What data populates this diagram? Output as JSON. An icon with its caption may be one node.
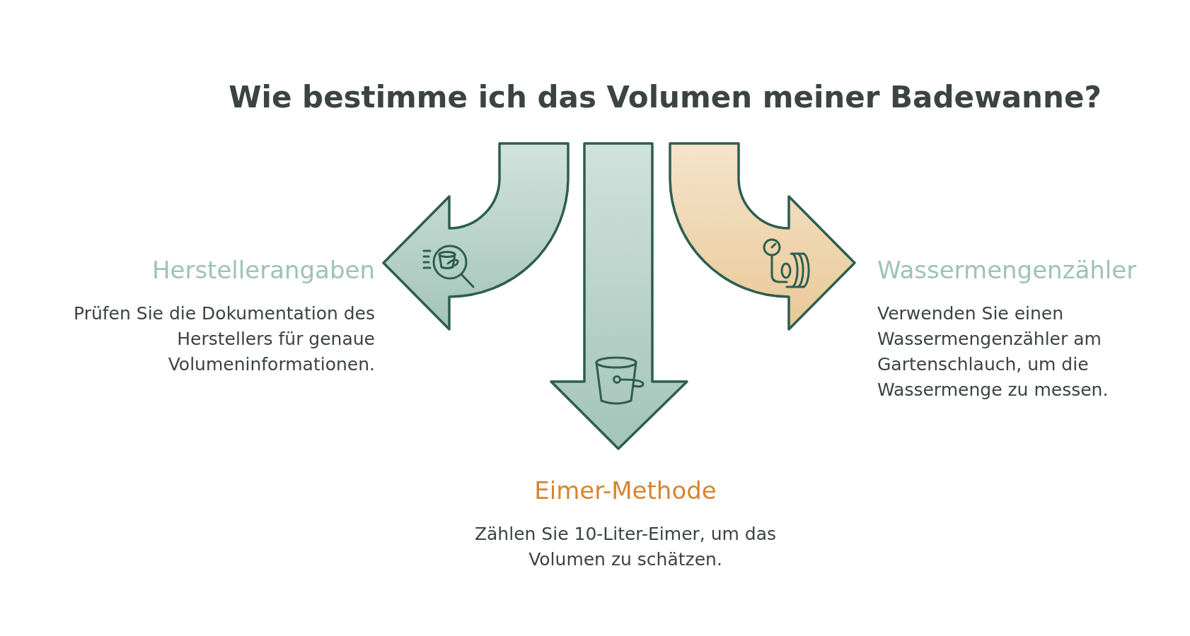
{
  "diagram": {
    "title": "Wie bestimme ich das Volumen meiner Badewanne?",
    "nodes": [
      {
        "text": [
          "Herstellerangaben",
          "Prüfen Sie die Dokumentation des Herstellers für genaue Volumeninformationen."
        ]
      },
      {
        "text": [
          "Wassermengenzähler",
          "Verwenden Sie einen Wassermengenzähler am Gartenschlauch, um die Wassermenge zu messen."
        ]
      },
      {
        "text": [
          "Eimer-Methode",
          "Zählen Sie 10-Liter-Eimer, um das Volumen zu schätzen."
        ]
      }
    ],
    "edges": [
      {
        "from": null,
        "to": 0,
        "arrow": "to"
      },
      {
        "from": null,
        "to": 2,
        "arrow": "to"
      },
      {
        "from": null,
        "to": 1,
        "arrow": "to",
        "color": "#e9c896"
      }
    ]
  }
}
